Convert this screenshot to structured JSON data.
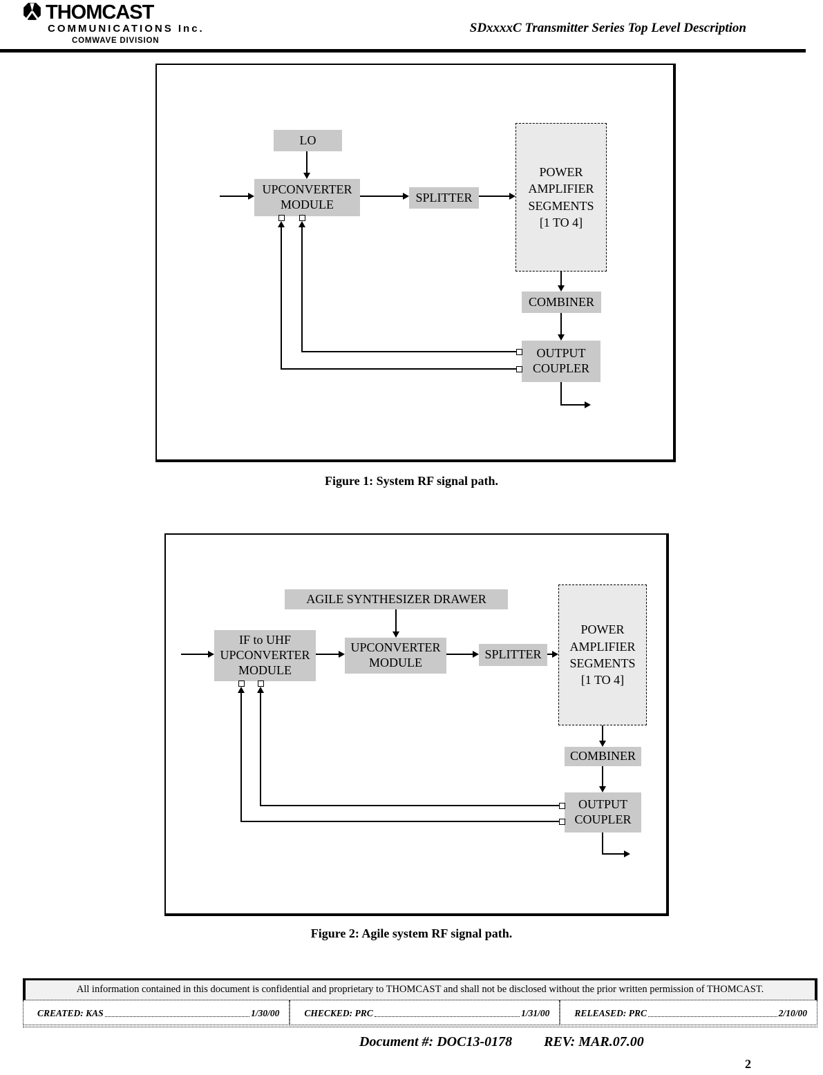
{
  "header": {
    "brand": "THOMCAST",
    "brand_sub": "COMMUNICATIONS Inc.",
    "brand_division": "COMWAVE DIVISION",
    "doc_title": "SDxxxxC Transmitter Series Top Level Description"
  },
  "figure1": {
    "caption": "Figure 1: System RF signal path.",
    "lo": "LO",
    "upconverter": "UPCONVERTER\nMODULE",
    "splitter": "SPLITTER",
    "power_amplifier": "POWER\nAMPLIFIER\nSEGMENTS\n[1 TO 4]",
    "combiner": "COMBINER",
    "output_coupler": "OUTPUT\nCOUPLER"
  },
  "figure2": {
    "caption": "Figure 2: Agile system RF signal path.",
    "agile_synthesizer": "AGILE SYNTHESIZER DRAWER",
    "if_to_uhf": "IF to UHF\nUPCONVERTER\nMODULE",
    "upconverter": "UPCONVERTER\nMODULE",
    "splitter": "SPLITTER",
    "power_amplifier": "POWER\nAMPLIFIER\nSEGMENTS\n[1 TO 4]",
    "combiner": "COMBINER",
    "output_coupler": "OUTPUT\nCOUPLER"
  },
  "footer": {
    "confidentiality": "All information contained in this document is confidential and proprietary to THOMCAST and shall not be disclosed without the prior written permission of THOMCAST.",
    "created_label": "CREATED: KAS",
    "created_date": "1/30/00",
    "checked_label": "CHECKED: PRC",
    "checked_date": "1/31/00",
    "released_label": "RELEASED: PRC",
    "released_date": "2/10/00",
    "document_number": "Document #: DOC13-0178",
    "revision": "REV: MAR.07.00",
    "page_number": "2"
  },
  "colors": {
    "box_fill": "#c9c9c9",
    "pa_box_fill": "#eaeaea",
    "line": "#000000",
    "confidentiality_bg": "#f1f1f1"
  }
}
